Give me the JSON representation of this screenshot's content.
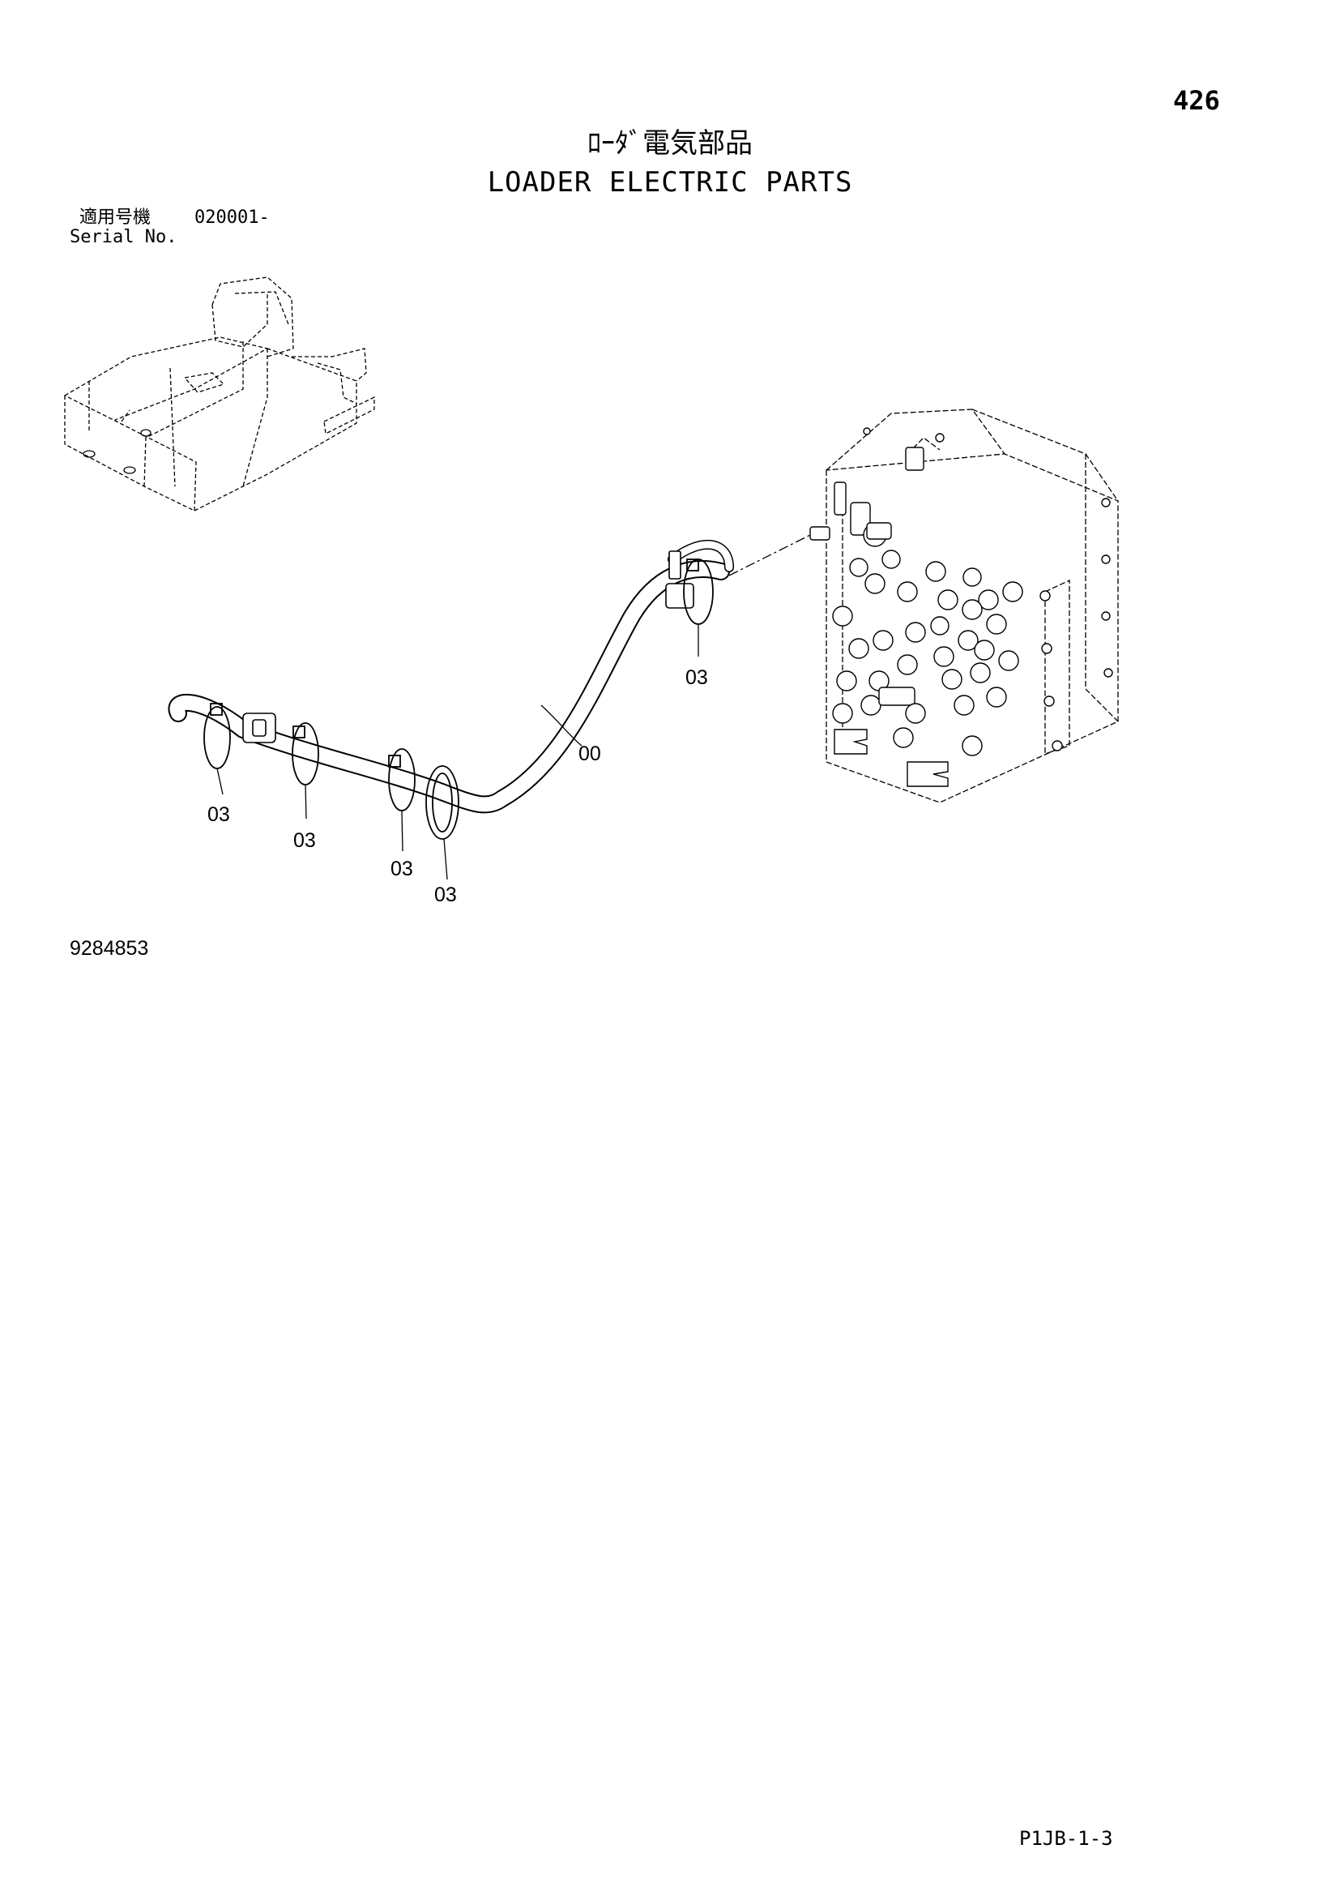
{
  "page": {
    "number": "426",
    "title_jp": "ﾛｰﾀﾞ電気部品",
    "title_en": "LOADER ELECTRIC PARTS",
    "serial_label_jp": "適用号機",
    "serial_value": "020001-",
    "serial_label_en": "Serial No.",
    "drawing_number": "9284853",
    "page_code": "P1JB-1-3"
  },
  "callouts": [
    {
      "label": "00"
    },
    {
      "label": "03"
    },
    {
      "label": "03"
    },
    {
      "label": "03"
    },
    {
      "label": "03"
    },
    {
      "label": "03"
    }
  ]
}
